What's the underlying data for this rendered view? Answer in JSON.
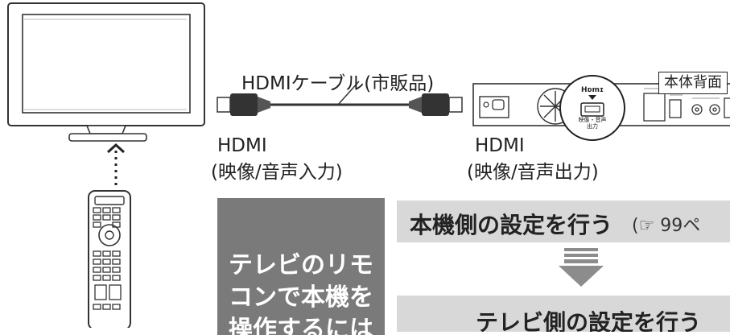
{
  "labels": {
    "cable": "HDMIケーブル(市販品)",
    "tv_port_1": "HDMI",
    "tv_port_2": "(映像/音声入力)",
    "rec_port_1": "HDMI",
    "rec_port_2": "(映像/音声出力)",
    "rear_panel": "本体背面",
    "port_logo": "Hᴅmɪ",
    "port_caption_1": "映像・音声",
    "port_caption_2": "出力"
  },
  "side_note": {
    "line1": "テレビのリモ",
    "line2": "コンで本機を",
    "line3": "操作するには"
  },
  "steps": {
    "step1": "本機側の設定を行う",
    "step1_ref": "(☞ 99ペ",
    "step2": "テレビ側の設定を行う"
  },
  "colors": {
    "side_box": "#7a7a7a",
    "step_band": "#d8d8d8",
    "arrow": "#8c8c8c"
  }
}
